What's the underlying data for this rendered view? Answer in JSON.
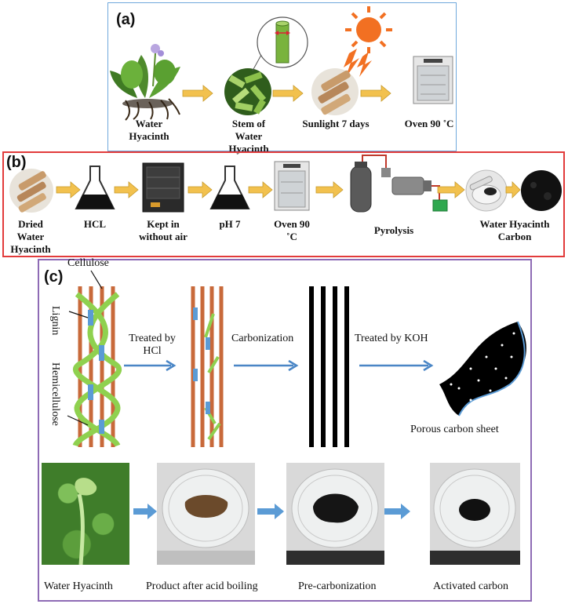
{
  "panel_a": {
    "label": "(a)",
    "steps": [
      "Water Hyacinth",
      "Stem of Water Hyacinth",
      "Sunlight 7 days",
      "Oven 90 ˚C"
    ]
  },
  "panel_b": {
    "label": "(b)",
    "steps": [
      "Dried Water Hyacinth",
      "HCL",
      "Kept in without air",
      "pH 7",
      "Oven 90 ˚C",
      "Pyrolysis",
      "Water Hyacinth Carbon"
    ]
  },
  "panel_c": {
    "label": "(c)",
    "fiber_labels": {
      "cellulose": "Cellulose",
      "lignin": "Lignin",
      "hemicellulose": "Hemicellulose"
    },
    "arrow_labels": [
      "Treated by HCl",
      "Carbonization",
      "Treated by KOH"
    ],
    "sheet_label": "Porous carbon sheet",
    "photo_captions": [
      "Water Hyacinth",
      "Product  after acid boiling",
      "Pre-carbonization",
      "Activated carbon"
    ]
  },
  "colors": {
    "arrow_yellow": "#f2c14e",
    "arrow_blue": "#4a86c6",
    "cellulose_brown": "#c8693a",
    "hemicellulose_green": "#8fd14f",
    "lignin_blue": "#5b9bd5"
  }
}
